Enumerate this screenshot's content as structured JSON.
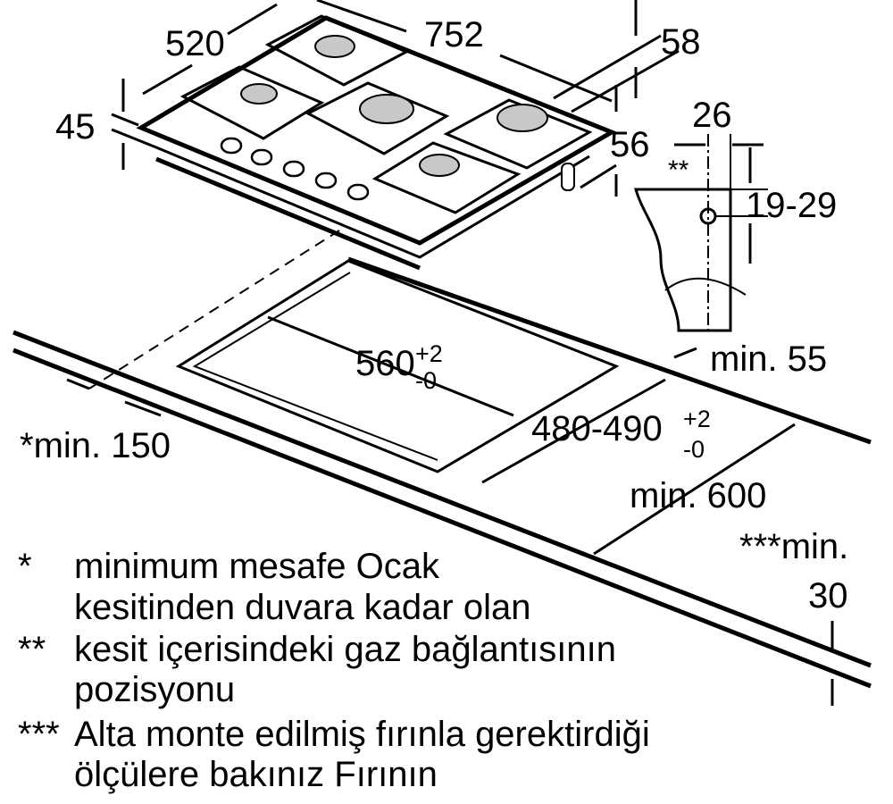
{
  "dimensions": {
    "depth": "520",
    "width": "752",
    "top_offset": "58",
    "height": "45",
    "gas_height": "56",
    "gas_offset": "26",
    "gas_marker": "**",
    "gas_depth": "19-29",
    "min_back": "min. 55",
    "cutout_width": "560",
    "cutout_width_tol_plus": "+2",
    "cutout_width_tol_minus": "-0",
    "cutout_depth": "480-490",
    "cutout_depth_tol_plus": "+2",
    "cutout_depth_tol_minus": "-0",
    "min_wall": "*min. 150",
    "min_counter": "min. 600",
    "min_oven_line1": "***min.",
    "min_oven_line2": "30"
  },
  "notes": [
    {
      "mark": "*",
      "lines": [
        "minimum mesafe Ocak",
        "kesitinden duvara kadar olan"
      ]
    },
    {
      "mark": "**",
      "lines": [
        "kesit içerisindeki gaz bağlantısının",
        "pozisyonu"
      ]
    },
    {
      "mark": "***",
      "lines": [
        "Alta monte edilmiş fırınla gerektirdiği",
        "ölçülere bakınız Fırının"
      ]
    }
  ]
}
